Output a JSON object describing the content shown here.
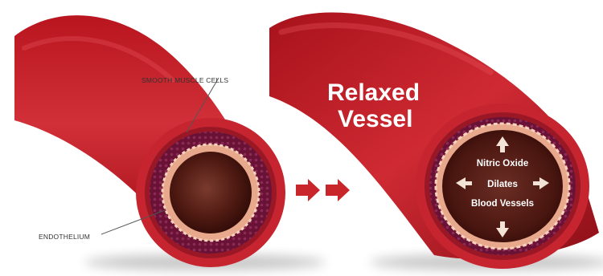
{
  "labels": {
    "smooth_muscle": "SMOOTH MUSCLE CELLS",
    "endothelium": "ENDOTHELIUM"
  },
  "relaxed": {
    "line1": "Relaxed",
    "line2": "Vessel"
  },
  "inner_text": {
    "line1": "Nitric Oxide",
    "line2": "Dilates",
    "line3": "Blood Vessels"
  },
  "colors": {
    "vessel_red": "#c4202a",
    "vessel_dark": "#7e0f17",
    "muscle_layer": "#6d1438",
    "endothelium_ring": "#e9a98f",
    "lumen_dark": "#4a1510",
    "arrow_red": "#c8262a"
  }
}
